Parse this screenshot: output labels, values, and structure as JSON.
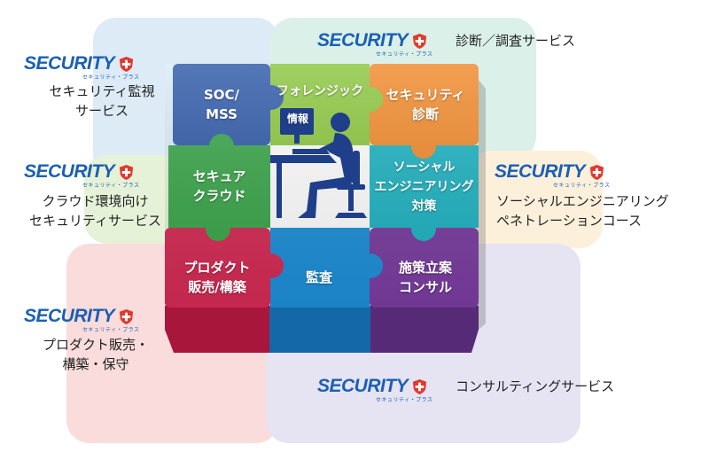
{
  "colors": {
    "tile_tl": "#dcebf6",
    "tile_tr": "#dbf0e8",
    "tile_ml": "#e6f2d8",
    "tile_mr": "#fdf0db",
    "tile_bl": "#fadcdc",
    "tile_br": "#e6e3f2",
    "soc": "#2f5aa8",
    "forensic": "#8cc640",
    "diagnosis": "#f08a2c",
    "cloud": "#3aa64a",
    "social": "#1fb3c2",
    "product": "#d52b55",
    "audit": "#1d8fd8",
    "consult": "#7a3da0",
    "logo_blue": "#1a5fb4",
    "logo_red": "#e03a2f"
  },
  "logo": {
    "word": "SECURITY",
    "sub": "セキュリティ・プラス"
  },
  "outer_labels": {
    "top_left": "セキュリティ監視\nサービス",
    "top_right": "診断／調査サービス",
    "mid_left": "クラウド環境向け\nセキュリティサービス",
    "mid_right": "ソーシャルエンジニアリング\nペネトレーションコース",
    "bottom_left": "プロダクト販売・\n構築・保守",
    "bottom_right": "コンサルティングサービス"
  },
  "pieces": {
    "soc": "SOC/\nMSS",
    "forensic": "フォレンジック",
    "diagnosis": "セキュリティ\n診断",
    "cloud": "セキュア\nクラウド",
    "social": "ソーシャル\nエンジニアリング\n対策",
    "product": "プロダクト\n販売/構築",
    "audit": "監査",
    "consult": "施策立案\nコンサル"
  },
  "screen_label": "情報"
}
